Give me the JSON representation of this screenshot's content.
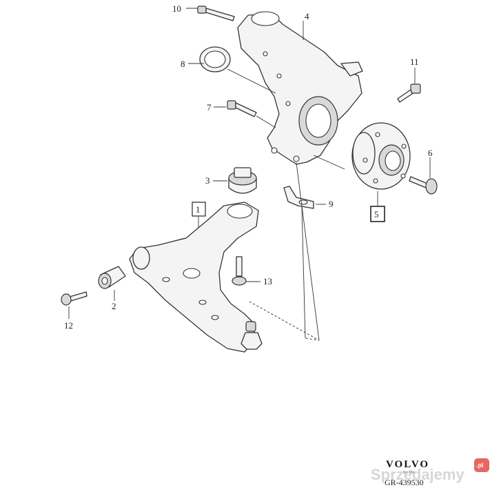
{
  "diagram": {
    "callouts": [
      "1",
      "2",
      "3",
      "4",
      "5",
      "6",
      "7",
      "8",
      "9",
      "10",
      "11",
      "12",
      "13"
    ],
    "highlighted_callout": "5",
    "boxed_callouts": [
      "1",
      "5"
    ]
  },
  "footer": {
    "brand": "VOLVO",
    "tagline": "for life",
    "reference": "GR-439530"
  },
  "watermark": {
    "text": "Sprzedajemy",
    "suffix": ".pl"
  }
}
